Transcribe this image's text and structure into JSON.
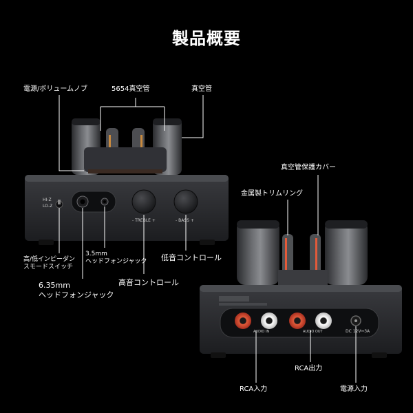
{
  "page": {
    "title": "製品概要"
  },
  "front": {
    "labels": {
      "power_knob": "電源/ボリュームノブ",
      "tube_5654": "5654真空管",
      "tube": "真空管",
      "impedance_switch": "高/低インピーダン\nスモードスイッチ",
      "jack_35": "3.5mm\nヘッドフォンジャック",
      "jack_635": "6.35mm\nヘッドフォンジャック",
      "treble_control": "高音コントロール",
      "bass_control": "低音コントロール"
    },
    "panel_text": {
      "switch_hi": "HI-Z",
      "switch_lo": "LO-Z",
      "treble": "- TREBLE +",
      "bass": "- BASS +"
    }
  },
  "rear": {
    "labels": {
      "tube_cover": "真空管保護カバー",
      "trim_ring": "金属製トリムリング",
      "rca_in": "RCA入力",
      "rca_out": "RCA出力",
      "power_in": "電源入力"
    },
    "panel_text": {
      "dc": "DC 12V⎓3A",
      "audio_in": "AUDIO IN",
      "audio_out": "AUDIO OUT"
    }
  },
  "colors": {
    "background": "#000000",
    "chassis": "#2a2b2e",
    "lead_line": "#ffffff",
    "rca_red": "#d8442c",
    "rca_white": "#e8e8e8"
  }
}
